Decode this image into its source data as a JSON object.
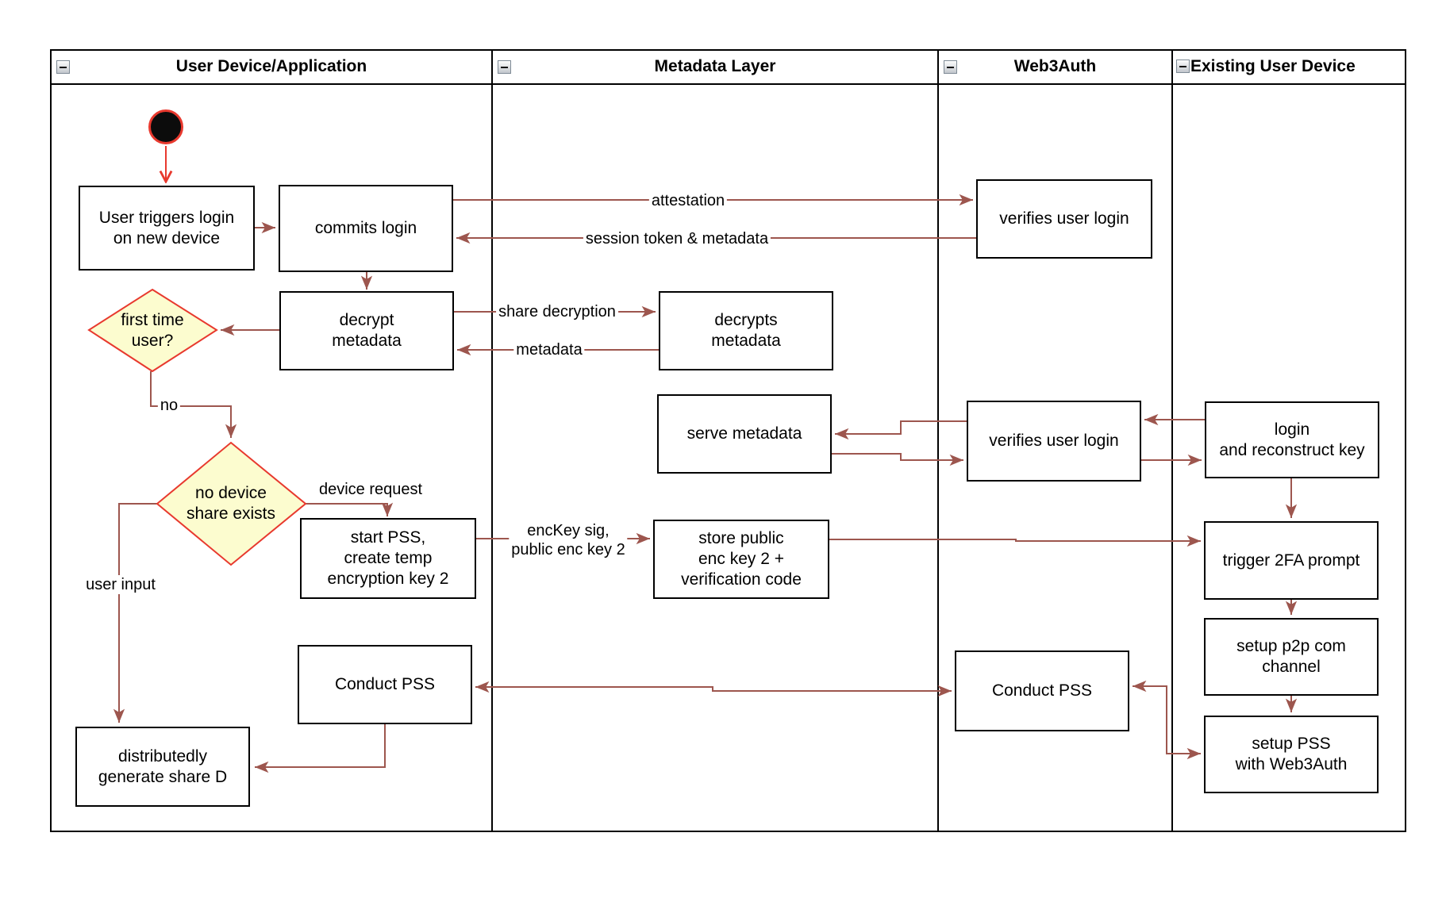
{
  "diagram_title": "Web3Auth login / key-reconstruction swimlane flow",
  "colors": {
    "arrow": "#9d564e",
    "start_arrow": "#e8392e",
    "diamond_fill": "#fcfccf",
    "diamond_border": "#e8392e",
    "box_border": "#000000",
    "lane_border": "#000000",
    "start_node_fill": "#0c0c0c"
  },
  "lanes": [
    {
      "title": "User Device/Application",
      "collapse_icon": "minus"
    },
    {
      "title": "Metadata Layer",
      "collapse_icon": "minus"
    },
    {
      "title": "Web3Auth",
      "collapse_icon": "minus"
    },
    {
      "title": "Existing User Device",
      "collapse_icon": "minus"
    }
  ],
  "nodes": {
    "user_triggers": {
      "label": "User triggers login\non new device"
    },
    "commits_login": {
      "label": "commits login"
    },
    "decrypt_metadata": {
      "label": "decrypt\nmetadata"
    },
    "first_time_user": {
      "label": "first time\nuser?"
    },
    "no_device_share": {
      "label": "no device\nshare exists"
    },
    "start_pss": {
      "label": "start PSS,\ncreate temp\nencryption key 2"
    },
    "conduct_pss_user": {
      "label": "Conduct PSS"
    },
    "distributedly_generate": {
      "label": "distributedly\ngenerate share D"
    },
    "decrypts_metadata": {
      "label": "decrypts\nmetadata"
    },
    "serve_metadata": {
      "label": "serve metadata"
    },
    "store_public": {
      "label": "store public\nenc key 2 +\nverification code"
    },
    "verifies_user_login_top": {
      "label": "verifies user login"
    },
    "verifies_user_login_mid": {
      "label": "verifies user login"
    },
    "conduct_pss_web3auth": {
      "label": "Conduct PSS"
    },
    "login_reconstruct": {
      "label": "login\nand reconstruct key"
    },
    "trigger_2fa": {
      "label": "trigger 2FA prompt"
    },
    "setup_p2p": {
      "label": "setup p2p com\nchannel"
    },
    "setup_pss": {
      "label": "setup PSS\nwith Web3Auth"
    }
  },
  "edge_labels": {
    "attestation": "attestation",
    "session_token": "session token & metadata",
    "share_decryption": "share decryption",
    "metadata": "metadata",
    "no": "no",
    "device_request": "device request",
    "user_input": "user input",
    "enckey": "encKey sig,\npublic enc key 2"
  }
}
